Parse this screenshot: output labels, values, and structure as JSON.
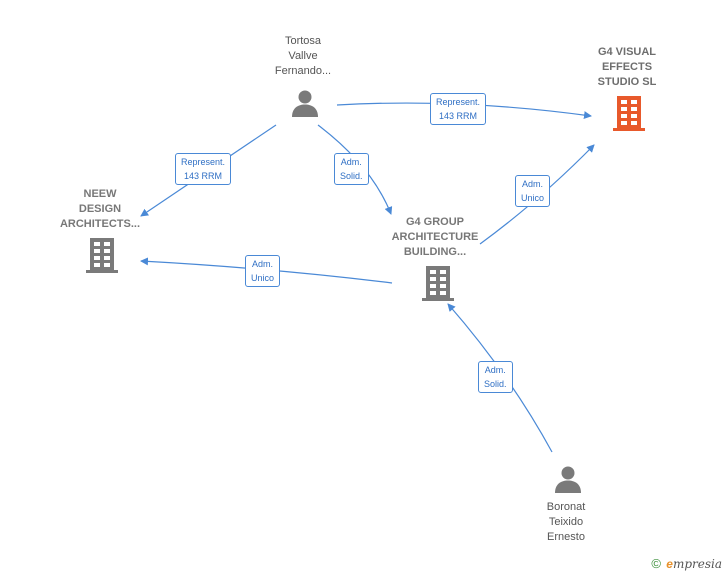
{
  "colors": {
    "edge": "#4a89d6",
    "person_icon": "#7a7a7a",
    "company_icon": "#7a7a7a",
    "main_company_icon": "#e8592b",
    "footer_green": "#3a8f3a",
    "footer_orange": "#e8912b"
  },
  "nodes": {
    "tortosa": {
      "type": "person",
      "icon": "person-icon",
      "lines": [
        "Tortosa",
        "Vallve",
        "Fernando..."
      ]
    },
    "g4visual": {
      "type": "company",
      "icon": "building-icon",
      "main": true,
      "lines": [
        "G4 VISUAL",
        "EFFECTS",
        "STUDIO  SL"
      ]
    },
    "neew": {
      "type": "company",
      "icon": "building-icon",
      "lines": [
        "NEEW",
        "DESIGN",
        "ARCHITECTS..."
      ]
    },
    "g4group": {
      "type": "company",
      "icon": "building-icon",
      "lines": [
        "G4 GROUP",
        "ARCHITECTURE",
        "BUILDING..."
      ]
    },
    "boronat": {
      "type": "person",
      "icon": "person-icon",
      "lines": [
        "Boronat",
        "Teixido",
        "Ernesto"
      ]
    }
  },
  "edges": [
    {
      "from": "tortosa",
      "to": "g4visual",
      "label": [
        "Represent.",
        "143 RRM"
      ]
    },
    {
      "from": "tortosa",
      "to": "neew",
      "label": [
        "Represent.",
        "143 RRM"
      ]
    },
    {
      "from": "tortosa",
      "to": "g4group",
      "label": [
        "Adm.",
        "Solid."
      ]
    },
    {
      "from": "g4group",
      "to": "g4visual",
      "label": [
        "Adm.",
        "Unico"
      ]
    },
    {
      "from": "g4group",
      "to": "neew",
      "label": [
        "Adm.",
        "Unico"
      ]
    },
    {
      "from": "boronat",
      "to": "g4group",
      "label": [
        "Adm.",
        "Solid."
      ]
    }
  ],
  "footer": {
    "copyright": "©",
    "brand_first": "e",
    "brand_rest": "mpresia"
  }
}
